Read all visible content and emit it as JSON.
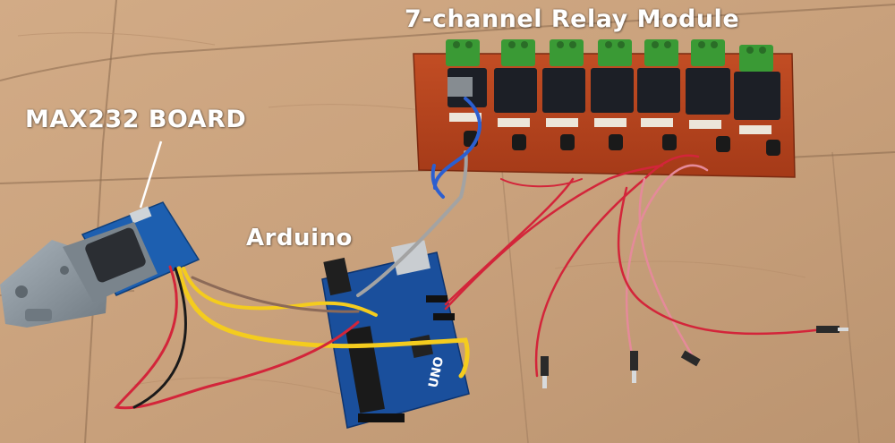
{
  "labels": {
    "relay_module": "7-channel Relay Module",
    "max232_board": "MAX232 BOARD",
    "arduino": "Arduino"
  },
  "board_text": {
    "arduino_uno": "UNO"
  },
  "relay_channels": 7,
  "colors": {
    "floor": "#c8a27e",
    "relay_pcb": "#b5441f",
    "relay_body": "#1c1f26",
    "terminal_block": "#3a9a35",
    "arduino_blue": "#1a4f9c",
    "max232_blue": "#1d5fb0",
    "db9_gray": "#8f9aa3",
    "wire_red": "#d3253a",
    "wire_pink": "#e58a9a",
    "wire_yellow": "#f4cc1e",
    "wire_blue": "#2c5fd0",
    "wire_gray": "#a3a3a3",
    "wire_black": "#1a1a1a",
    "label_text": "#ffffff"
  }
}
